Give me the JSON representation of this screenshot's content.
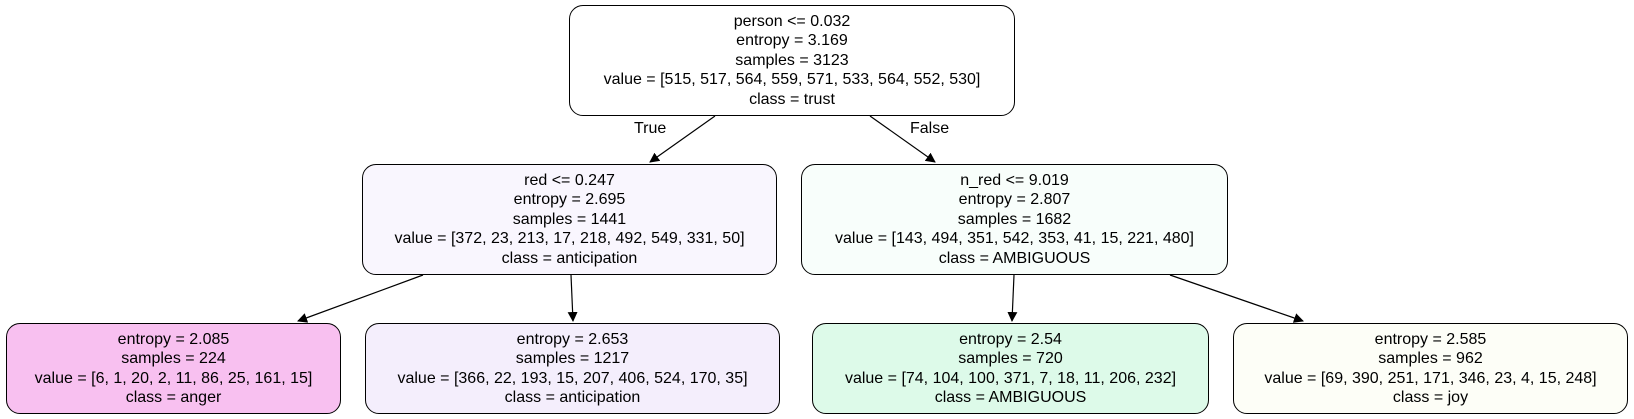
{
  "tree": {
    "edge_true_label": "True",
    "edge_false_label": "False",
    "nodes": {
      "root": {
        "rule": "person <= 0.032",
        "entropy": "entropy = 3.169",
        "samples": "samples = 3123",
        "value": "value = [515, 517, 564, 559, 571, 533, 564, 552, 530]",
        "class": "class = trust",
        "fill": "#ffffff"
      },
      "left": {
        "rule": "red <= 0.247",
        "entropy": "entropy = 2.695",
        "samples": "samples = 1441",
        "value": "value = [372, 23, 213, 17, 218, 492, 549, 331, 50]",
        "class": "class = anticipation",
        "fill": "#f9f6fe"
      },
      "right": {
        "rule": "n_red <= 9.019",
        "entropy": "entropy = 2.807",
        "samples": "samples = 1682",
        "value": "value = [143, 494, 351, 542, 353, 41, 15, 221, 480]",
        "class": "class = AMBIGUOUS",
        "fill": "#f8fefb"
      },
      "ll": {
        "entropy": "entropy = 2.085",
        "samples": "samples = 224",
        "value": "value = [6, 1, 20, 2, 11, 86, 25, 161, 15]",
        "class": "class = anger",
        "fill": "#f8c0f0"
      },
      "lr": {
        "entropy": "entropy = 2.653",
        "samples": "samples = 1217",
        "value": "value = [366, 22, 193, 15, 207, 406, 524, 170, 35]",
        "class": "class = anticipation",
        "fill": "#f4eefc"
      },
      "rl": {
        "entropy": "entropy = 2.54",
        "samples": "samples = 720",
        "value": "value = [74, 104, 100, 371, 7, 18, 11, 206, 232]",
        "class": "class = AMBIGUOUS",
        "fill": "#ddfae9"
      },
      "rr": {
        "entropy": "entropy = 2.585",
        "samples": "samples = 962",
        "value": "value = [69, 390, 251, 171, 346, 23, 4, 15, 248]",
        "class": "class = joy",
        "fill": "#fdfef7"
      }
    }
  }
}
